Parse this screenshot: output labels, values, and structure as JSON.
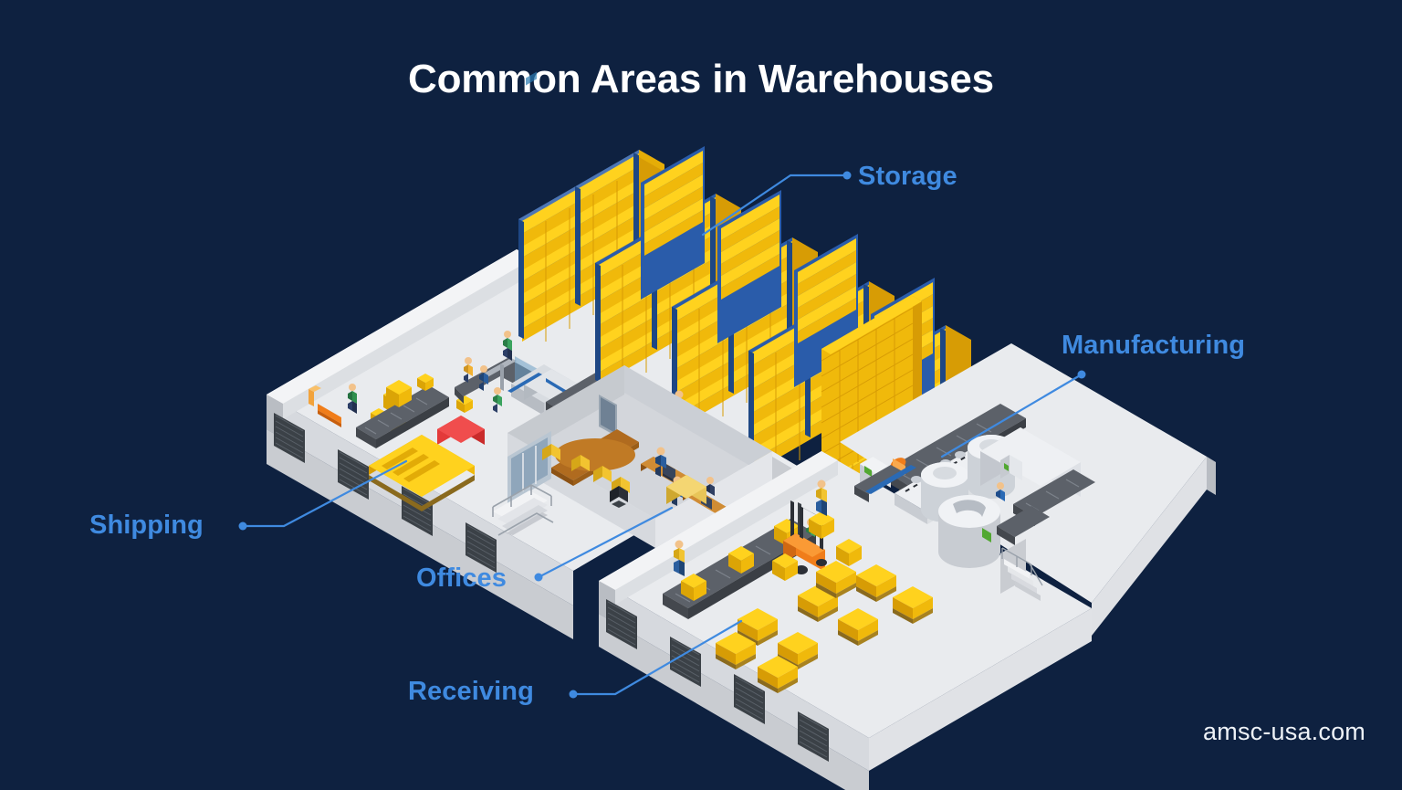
{
  "page": {
    "title": "Common Areas in Warehouses",
    "watermark": "amsc-usa.com",
    "background_color": "#0e2140",
    "title_color": "#ffffff",
    "label_color": "#3f8ae0",
    "leader_line_color": "#3f8ae0"
  },
  "labels": {
    "storage": "Storage",
    "manufacturing": "Manufacturing",
    "shipping": "Shipping",
    "offices": "Offices",
    "receiving": "Receiving"
  },
  "diagram": {
    "type": "isometric-illustration",
    "subject": "warehouse floor plan cutaway",
    "areas": [
      {
        "name": "Storage",
        "contents": "tall blue pallet racking filled with yellow cartons"
      },
      {
        "name": "Shipping",
        "contents": "loading dock doors, conveyors, pallet jack, packing stations, workers"
      },
      {
        "name": "Offices",
        "contents": "conference table, desks, chairs, glass partitions, exterior stairs"
      },
      {
        "name": "Receiving",
        "contents": "loading dock doors, conveyor line, orange forklift, stacked pallets"
      },
      {
        "name": "Manufacturing",
        "contents": "process tanks, filling line, conveyors, control panels, stairs"
      }
    ],
    "palette": {
      "floor": "#e9ebee",
      "floor_shade": "#d2d5da",
      "wall_face": "#c9ccd1",
      "wall_top": "#f2f3f5",
      "carton_top": "#ffd21e",
      "carton_front": "#f0b90b",
      "carton_side": "#d79c05",
      "rack_steel": "#2a5caa",
      "dock_door": "#3b4147",
      "forklift": "#f07d1a",
      "machine": "#dfe2e6",
      "worker_vest": "#2f8f4e",
      "conveyor": "#5c6169"
    }
  }
}
